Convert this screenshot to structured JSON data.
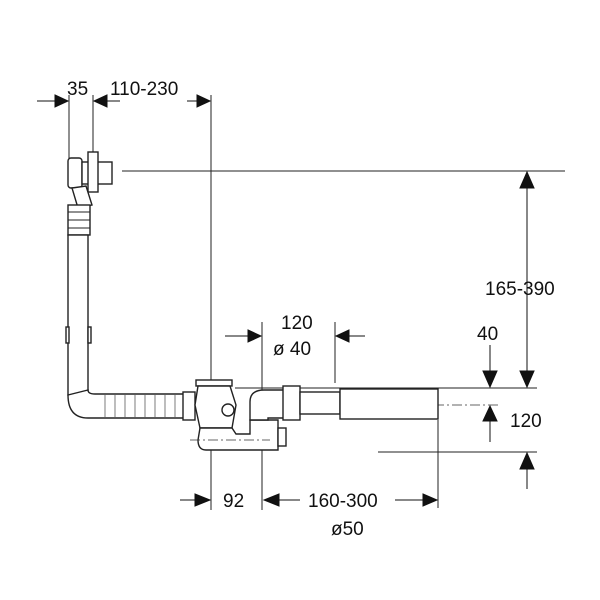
{
  "diagram": {
    "dimensions": {
      "overflow_offset": "35",
      "overflow_to_drain": "110-230",
      "overflow_height": "165-390",
      "outlet_top": "40",
      "outlet_height": "120",
      "trap_length": "120",
      "trap_diameter": "ø 40",
      "drain_offset": "92",
      "pipe_length": "160-300",
      "pipe_diameter": "ø50"
    },
    "colors": {
      "line": "#222222",
      "background": "#ffffff"
    }
  }
}
